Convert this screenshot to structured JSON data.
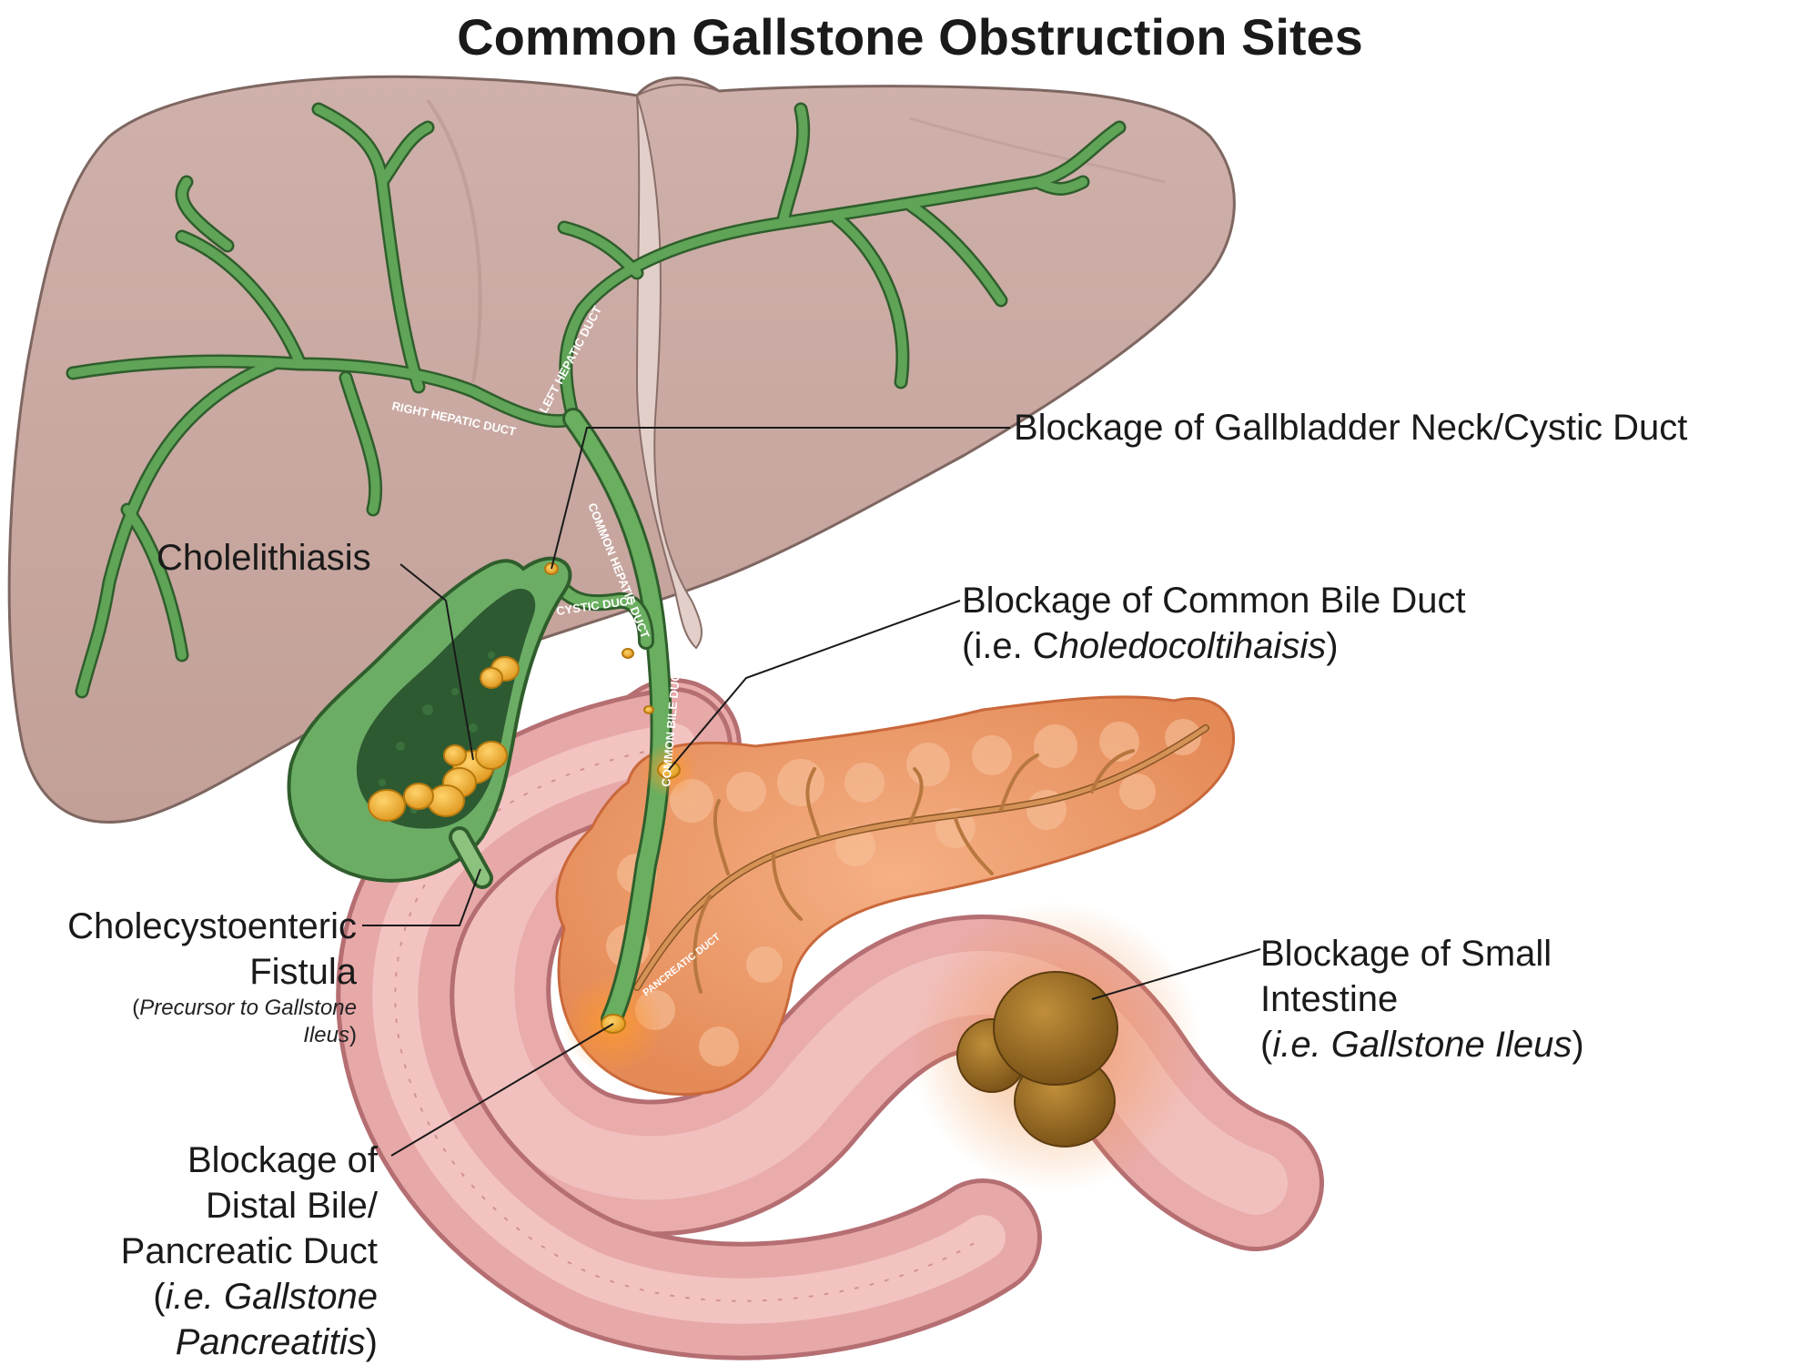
{
  "title": "Common Gallstone Obstruction Sites",
  "colors": {
    "liver": "#c9a9a2",
    "liver_edge": "#7e6661",
    "bile_duct": "#5a9a52",
    "gallbladder": "#4e8a48",
    "gallbladder_dark": "#2e5a32",
    "stone": "#f3b63c",
    "pancreas": "#ee9a68",
    "pancreatic_duct": "#b8773f",
    "intestine": "#e7a8a8",
    "ileus_stone": "#a07427"
  },
  "duct_labels": {
    "right_hepatic": "RIGHT HEPATIC DUCT",
    "left_hepatic": "LEFT HEPATIC DUCT",
    "common_hepatic": "COMMON HEPATIC DUCT",
    "cystic": "CYSTIC DUCT",
    "common_bile": "COMMON BILE DUCT",
    "pancreatic": "PANCREATIC DUCT"
  },
  "labels": {
    "cholelithiasis": "Cholelithiasis",
    "neck": "Blockage of Gallbladder Neck/Cystic Duct",
    "cbd_line1": "Blockage of Common Bile Duct",
    "cbd_line2_pre": "(i.e. C",
    "cbd_line2_italic": "holedocoltihaisis",
    "cbd_line2_post": ")",
    "fistula_line1": "Cholecystoenteric",
    "fistula_line2": "Fistula",
    "fistula_note_pre": "(",
    "fistula_note_italic1": "Precursor to Gallstone",
    "fistula_note_italic2": "Ileus",
    "fistula_note_post": ")",
    "small_line1": "Blockage of Small",
    "small_line2": "Intestine",
    "small_line3_pre": "(",
    "small_line3_italic": "i.e. Gallstone Ileus",
    "small_line3_post": ")",
    "distal_line1": "Blockage of",
    "distal_line2": "Distal Bile/",
    "distal_line3": "Pancreatic Duct",
    "distal_line4_pre": "(",
    "distal_line4_italic": "i.e. Gallstone",
    "distal_line5_italic": "Pancreatitis",
    "distal_line5_post": ")"
  }
}
